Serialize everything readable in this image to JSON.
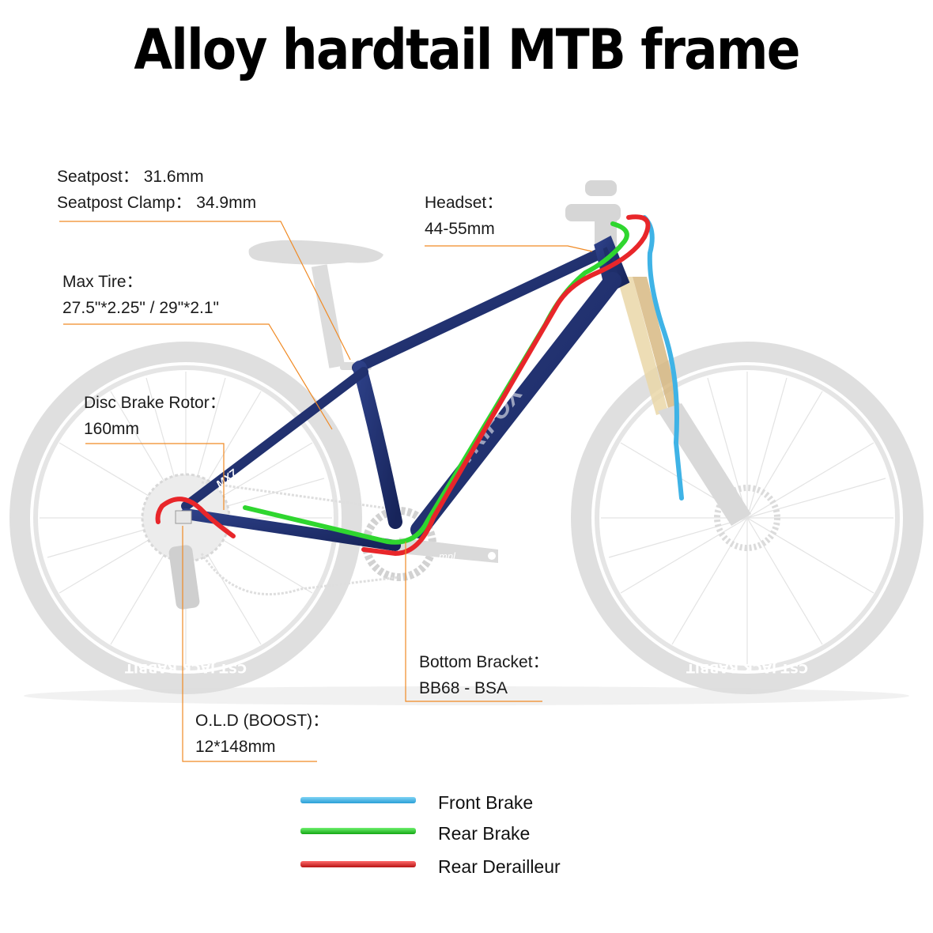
{
  "title": "Alloy hardtail MTB frame",
  "frame_brand": "TRIFOX",
  "frame_model": "MX7",
  "tire_brand": "CST JACK RABBIT",
  "crank_brand": "mnl",
  "annotations": {
    "seatpost": {
      "line1": "Seatpost： 31.6mm",
      "line2": "Seatpost Clamp：  34.9mm"
    },
    "headset": {
      "line1": "Headset：",
      "line2": "44-55mm"
    },
    "max_tire": {
      "line1": "Max Tire：",
      "line2": "27.5\"*2.25\" / 29\"*2.1\""
    },
    "disc_brake_rotor": {
      "line1": "Disc Brake Rotor：",
      "line2": "160mm"
    },
    "bottom_bracket": {
      "line1": "Bottom Bracket：",
      "line2": "BB68 - BSA"
    },
    "old_boost": {
      "line1": "O.L.D (BOOST)：",
      "line2": "12*148mm"
    }
  },
  "legend": [
    {
      "label": "Front Brake",
      "color": "#3fb3e6"
    },
    {
      "label": "Rear Brake",
      "color": "#2fd62f"
    },
    {
      "label": "Rear Derailleur",
      "color": "#e8262a"
    }
  ],
  "colors": {
    "frame": "#1f2f6b",
    "leader_line": "#f08a24",
    "faded_parts": "#d6d6d6"
  }
}
